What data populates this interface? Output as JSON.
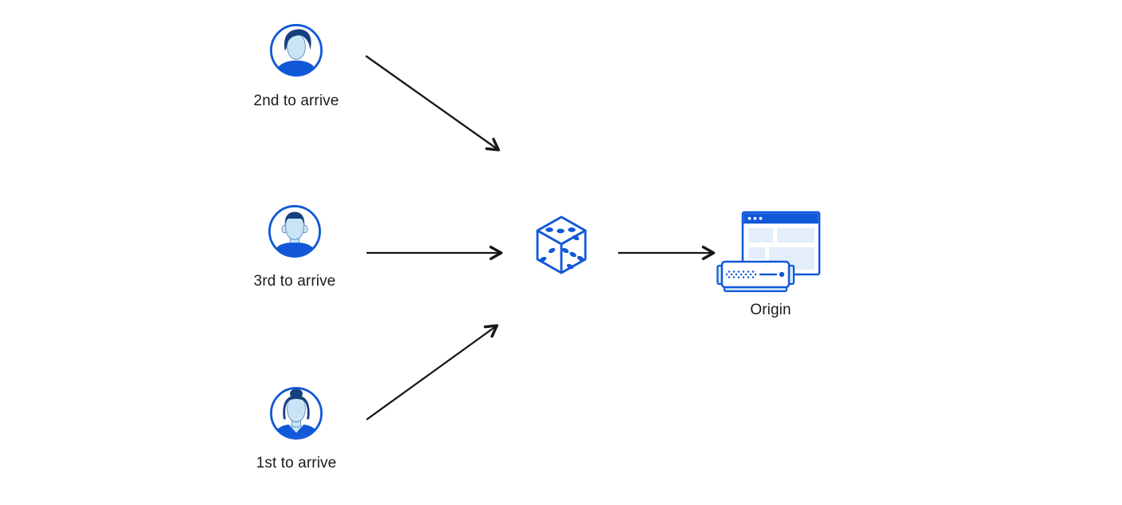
{
  "diagram": {
    "users": [
      {
        "label": "2nd to arrive",
        "icon": "man-swept-hair-avatar-icon"
      },
      {
        "label": "3rd to arrive",
        "icon": "man-short-hair-avatar-icon"
      },
      {
        "label": "1st to arrive",
        "icon": "woman-bun-avatar-icon"
      }
    ],
    "randomizer": {
      "icon": "dice-icon",
      "pips_visible": {
        "top_face": 3,
        "left_face": 2,
        "right_face": 5
      }
    },
    "origin": {
      "label": "Origin",
      "icon": "origin-server-icon"
    },
    "connections": [
      {
        "from": "2nd to arrive",
        "to": "dice"
      },
      {
        "from": "3rd to arrive",
        "to": "dice"
      },
      {
        "from": "1st to arrive",
        "to": "dice"
      },
      {
        "from": "dice",
        "to": "Origin"
      }
    ]
  },
  "colors": {
    "background": "#ffffff",
    "primary_blue": "#1158d8",
    "dark_navy": "#163f7e",
    "face_blue": "#c9e4f4",
    "panel_blue": "#e3eefa",
    "tab_blue": "#d5e9f8",
    "arrow_color": "#161616",
    "text_color": "#1c1c1e"
  }
}
